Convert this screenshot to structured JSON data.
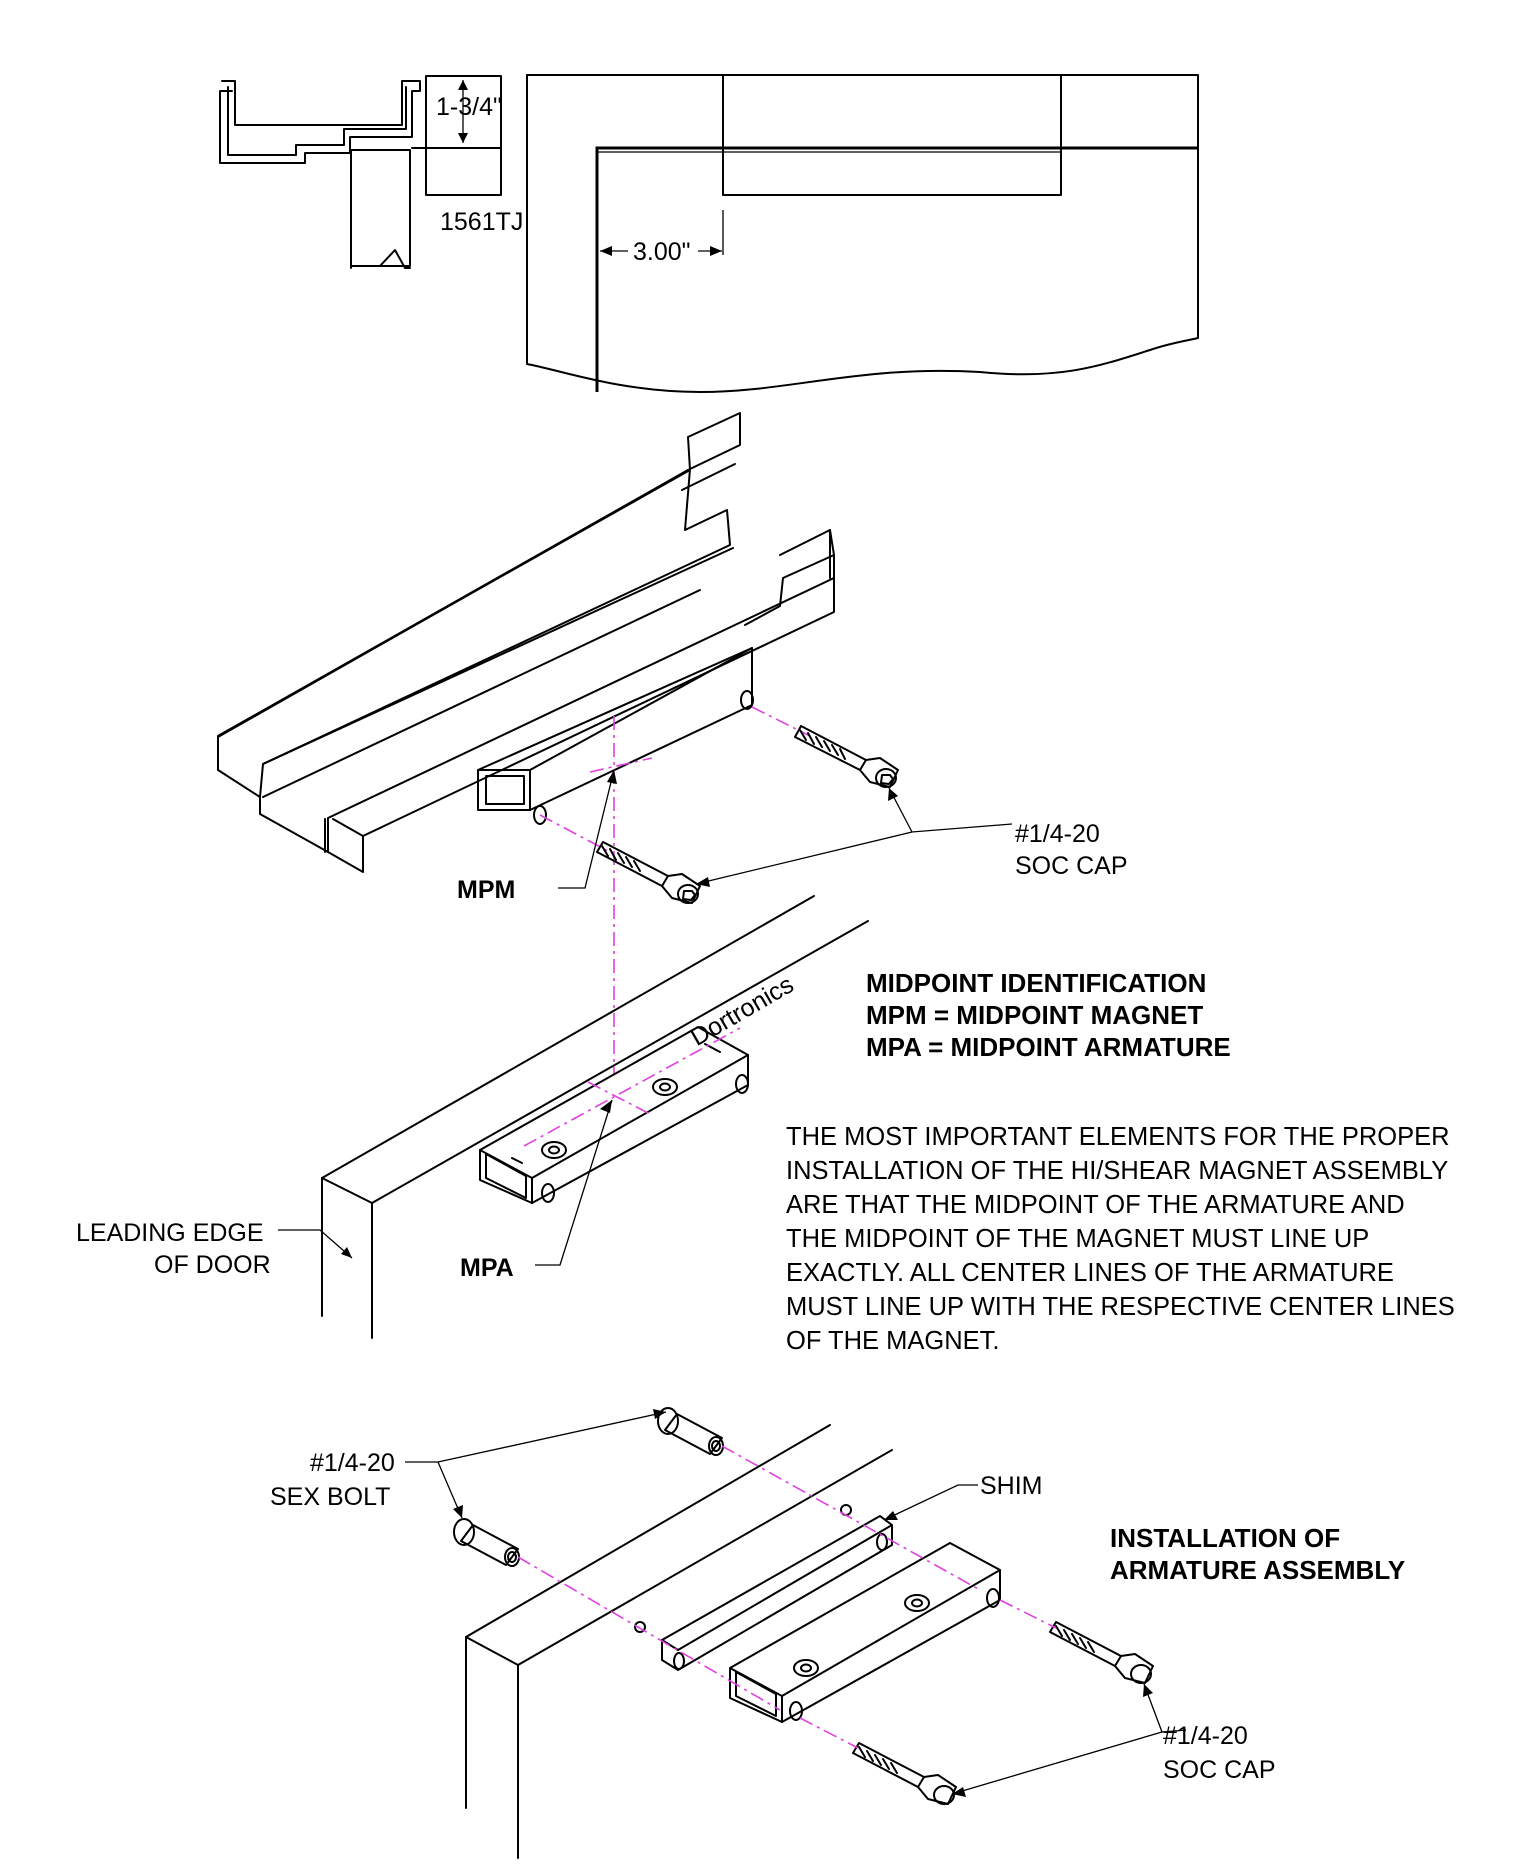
{
  "header_detail": {
    "section_label": "1561TJ",
    "depth_dim": "1-3/4\"",
    "offset_dim": "3.00\""
  },
  "magnet_view": {
    "mpm_label": "MPM",
    "screw_label_line1": "#1/4-20",
    "screw_label_line2": "SOC CAP"
  },
  "midpoint_view": {
    "mpa_label": "MPA",
    "leading_edge_line1": "LEADING EDGE",
    "leading_edge_line2": "OF DOOR",
    "id_title_line1": "MIDPOINT IDENTIFICATION",
    "id_title_line2": "MPM = MIDPOINT MAGNET",
    "id_title_line3": "MPA = MIDPOINT ARMATURE",
    "note_lines": [
      "THE MOST IMPORTANT ELEMENTS FOR THE PROPER",
      "INSTALLATION OF THE HI/SHEAR MAGNET ASSEMBLY",
      "ARE THAT THE MIDPOINT OF THE ARMATURE AND",
      "THE MIDPOINT OF THE MAGNET MUST LINE UP",
      "EXACTLY.  ALL CENTER LINES OF THE ARMATURE",
      "MUST LINE UP WITH THE RESPECTIVE CENTER LINES",
      "OF THE MAGNET."
    ]
  },
  "armature_install_view": {
    "title_line1": "INSTALLATION OF",
    "title_line2": "ARMATURE ASSEMBLY",
    "sex_bolt_line1": "#1/4-20",
    "sex_bolt_line2": "SEX BOLT",
    "shim_label": "SHIM",
    "screw_label_line1": "#1/4-20",
    "screw_label_line2": "SOC CAP"
  },
  "colors": {
    "line": "#000000",
    "center_line": "#e040e0",
    "background": "#ffffff"
  }
}
